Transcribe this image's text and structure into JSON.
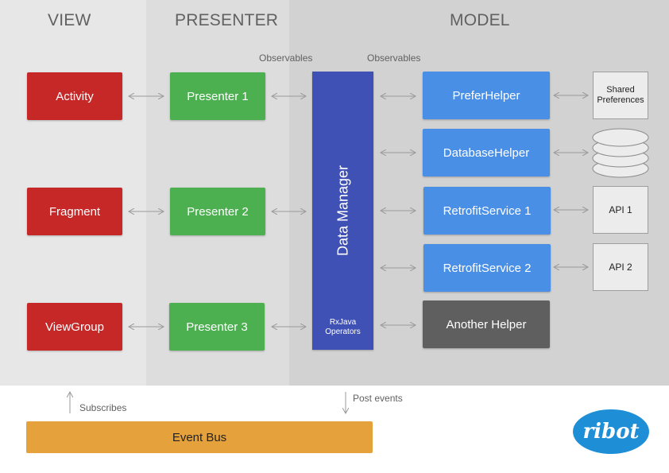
{
  "columns": {
    "view": "VIEW",
    "presenter": "PRESENTER",
    "model": "MODEL"
  },
  "observables": [
    "Observables",
    "Observables"
  ],
  "views": [
    "Activity",
    "Fragment",
    "ViewGroup"
  ],
  "presenters": [
    "Presenter 1",
    "Presenter 2",
    "Presenter 3"
  ],
  "data_manager": {
    "title": "Data Manager",
    "sub1": "RxJava",
    "sub2": "Operators"
  },
  "helpers": [
    "PreferHelper",
    "DatabaseHelper",
    "RetrofitService 1",
    "RetrofitService 2",
    "Another Helper"
  ],
  "sources": {
    "shared1": "Shared",
    "shared2": "Preferences",
    "api1": "API 1",
    "api2": "API 2"
  },
  "event_bus": {
    "label": "Event Bus",
    "subscribes": "Subscribes",
    "post_events": "Post events"
  },
  "logo": "ribot",
  "colors": {
    "view": "#c62828",
    "presenter": "#4caf50",
    "data_manager": "#3f51b5",
    "helper": "#4a8fe6",
    "another_helper": "#5f5f5f",
    "event_bus": "#e5a23c",
    "logo": "#1e8fd6"
  }
}
